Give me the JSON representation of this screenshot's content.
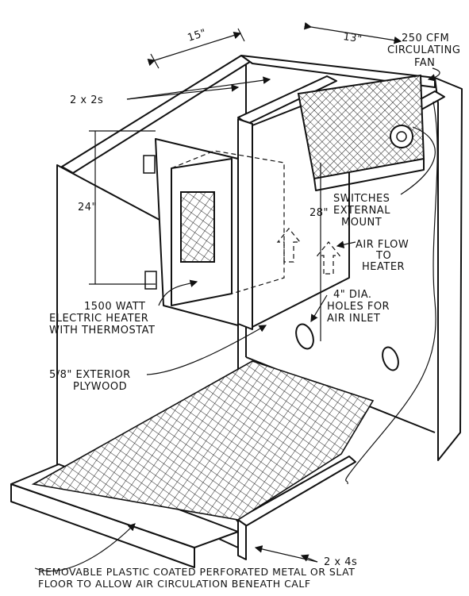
{
  "diagram": {
    "dimensions": {
      "width_top": "15\"",
      "depth_top": "13\"",
      "heater_height": "24\"",
      "fan_drop": "28\""
    },
    "labels": {
      "fan_line1": "250 CFM",
      "fan_line2": "CIRCULATING",
      "fan_line3": "FAN",
      "framing_top": "2 x 2s",
      "switches_line1": "SWITCHES",
      "switches_line2": "EXTERNAL",
      "switches_line3": "MOUNT",
      "airflow_line1": "AIR FLOW",
      "airflow_line2": "TO",
      "airflow_line3": "HEATER",
      "holes_line1": "4\" DIA.",
      "holes_line2": "HOLES FOR",
      "holes_line3": "AIR INLET",
      "heater_line1": "1500 WATT",
      "heater_line2": "ELECTRIC HEATER",
      "heater_line3": "WITH THERMOSTAT",
      "plywood_line1": "5/8\" EXTERIOR",
      "plywood_line2": "PLYWOOD",
      "framing_bottom": "2 x 4s",
      "floor_line1": "REMOVABLE PLASTIC COATED PERFORATED METAL OR SLAT",
      "floor_line2": "FLOOR TO ALLOW AIR CIRCULATION BENEATH CALF"
    }
  }
}
